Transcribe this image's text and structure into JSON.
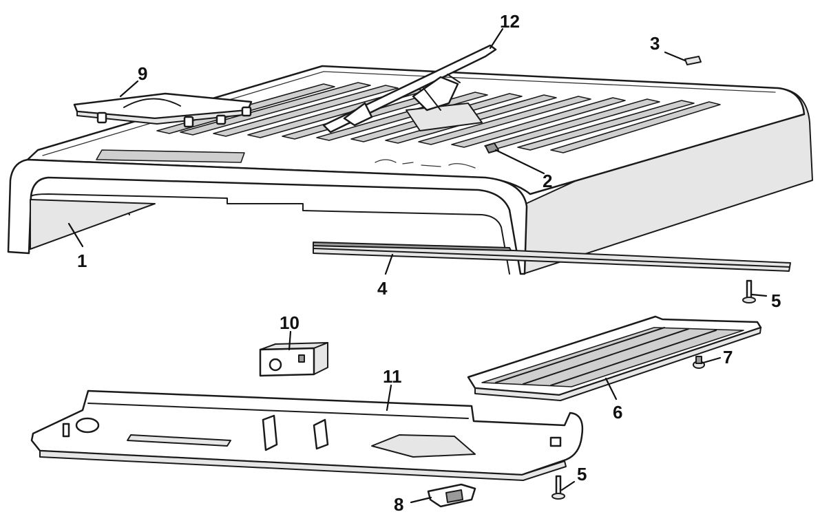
{
  "callouts": [
    {
      "id": "1",
      "label": "1"
    },
    {
      "id": "2",
      "label": "2"
    },
    {
      "id": "3",
      "label": "3"
    },
    {
      "id": "4",
      "label": "4"
    },
    {
      "id": "5a",
      "label": "5"
    },
    {
      "id": "5b",
      "label": "5"
    },
    {
      "id": "6",
      "label": "6"
    },
    {
      "id": "7",
      "label": "7"
    },
    {
      "id": "8",
      "label": "8"
    },
    {
      "id": "9",
      "label": "9"
    },
    {
      "id": "10",
      "label": "10"
    },
    {
      "id": "11",
      "label": "11"
    },
    {
      "id": "12",
      "label": "12"
    }
  ]
}
